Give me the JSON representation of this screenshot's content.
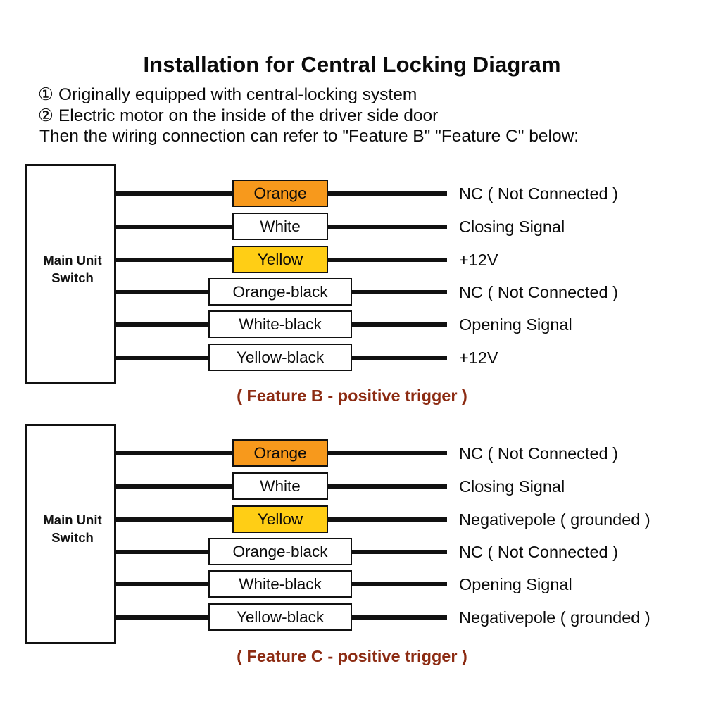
{
  "header": {
    "title": "Installation for Central Locking Diagram",
    "notes": [
      {
        "marker": "①",
        "text": "Originally equipped with central-locking system"
      },
      {
        "marker": "②",
        "text": "Electric motor on the inside of the driver side door"
      }
    ],
    "footnote": "Then the wiring connection can refer to \"Feature B\" \"Feature C\" below:"
  },
  "colors": {
    "orange": "#F7991C",
    "yellow": "#FFCE15",
    "white": "#FFFFFF",
    "wire": "#111111",
    "caption": "#8C2B12"
  },
  "blocks": [
    {
      "id": "b",
      "unit_label_line1": "Main Unit",
      "unit_label_line2": "Switch",
      "caption": "( Feature B - positive trigger )",
      "rows": [
        {
          "wire_label": "Orange",
          "swatch": "orange",
          "width": "narrow",
          "description": "NC ( Not Connected )"
        },
        {
          "wire_label": "White",
          "swatch": "white",
          "width": "narrow",
          "description": "Closing Signal"
        },
        {
          "wire_label": "Yellow",
          "swatch": "yellow",
          "width": "narrow",
          "description": "+12V"
        },
        {
          "wire_label": "Orange-black",
          "swatch": "white",
          "width": "wide",
          "description": "NC ( Not Connected )"
        },
        {
          "wire_label": "White-black",
          "swatch": "white",
          "width": "wide",
          "description": "Opening Signal"
        },
        {
          "wire_label": "Yellow-black",
          "swatch": "white",
          "width": "wide",
          "description": "+12V"
        }
      ]
    },
    {
      "id": "c",
      "unit_label_line1": "Main Unit",
      "unit_label_line2": "Switch",
      "caption": "( Feature C - positive trigger )",
      "rows": [
        {
          "wire_label": "Orange",
          "swatch": "orange",
          "width": "narrow",
          "description": "NC ( Not Connected )"
        },
        {
          "wire_label": "White",
          "swatch": "white",
          "width": "narrow",
          "description": "Closing Signal"
        },
        {
          "wire_label": "Yellow",
          "swatch": "yellow",
          "width": "narrow",
          "description": "Negativepole ( grounded )"
        },
        {
          "wire_label": "Orange-black",
          "swatch": "white",
          "width": "wide",
          "description": "NC ( Not Connected )"
        },
        {
          "wire_label": "White-black",
          "swatch": "white",
          "width": "wide",
          "description": "Opening Signal"
        },
        {
          "wire_label": "Yellow-black",
          "swatch": "white",
          "width": "wide",
          "description": "Negativepole ( grounded )"
        }
      ]
    }
  ],
  "layout": {
    "row_offsets": [
      42,
      89,
      136,
      182,
      228,
      275
    ]
  }
}
